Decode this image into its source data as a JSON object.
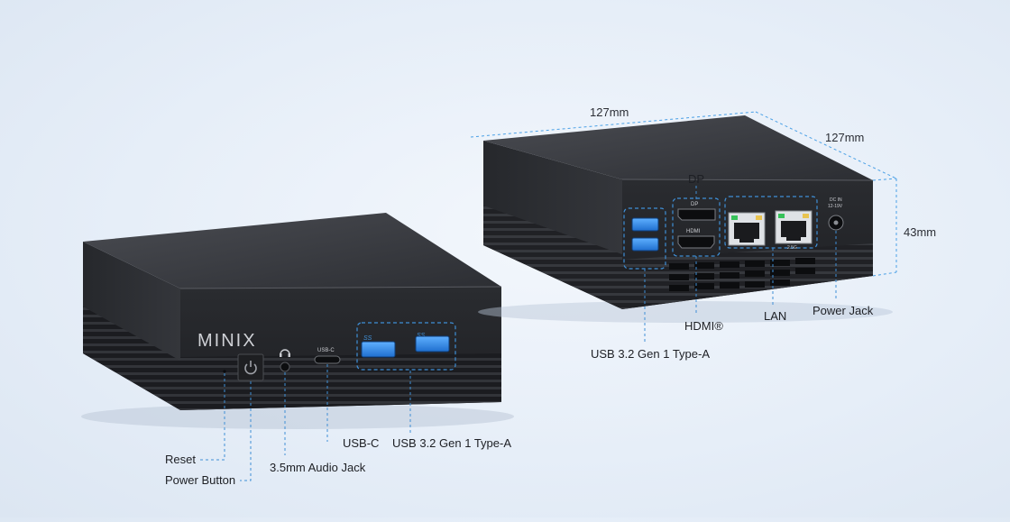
{
  "front_device": {
    "brand": "MINIX",
    "port_marks": {
      "usb_c": "USB-C",
      "usb_a": "SS"
    },
    "callouts": {
      "reset": "Reset",
      "power_button": "Power Button",
      "audio_jack": "3.5mm Audio Jack",
      "usb_c": "USB-C",
      "usb_a": "USB 3.2 Gen 1 Type-A"
    }
  },
  "rear_device": {
    "port_marks": {
      "dp": "DP",
      "hdmi": "HDMI",
      "dc_in": "DC IN",
      "dc_range": "12-19V",
      "lan_speed": "2.5G"
    },
    "callouts": {
      "dp": "DP",
      "hdmi": "HDMI®",
      "lan": "LAN",
      "power_jack": "Power Jack",
      "usb_a": "USB 3.2 Gen 1 Type-A"
    },
    "dimensions": {
      "width": "127mm",
      "depth": "127mm",
      "height": "43mm"
    }
  },
  "colors": {
    "callout_line": "#3f8fd6",
    "device_body": "#2f3136",
    "usb_port": "#2e86e0",
    "lan_led": "#37c25a"
  }
}
